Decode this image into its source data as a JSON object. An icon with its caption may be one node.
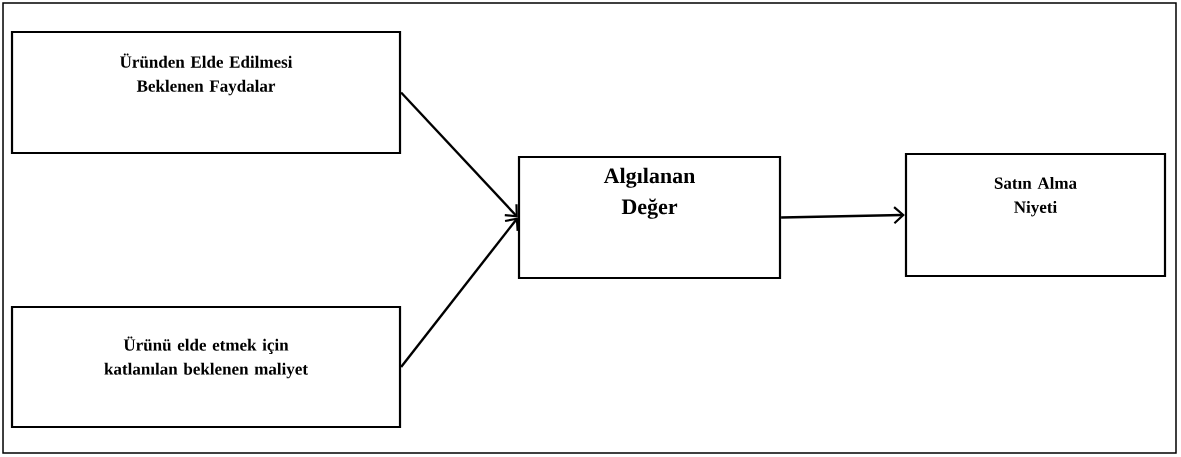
{
  "diagram": {
    "nodes": [
      {
        "text": [
          "Üründen Elde Edilmesi Beklenen Faydalar"
        ]
      },
      {
        "text": [
          "Ürünü elde etmek için katlanılan beklenen maliyet"
        ]
      },
      {
        "text": [
          "Algılanan Değer"
        ]
      },
      {
        "text": [
          "Satın Alma Niyeti"
        ]
      }
    ],
    "edges": [
      {
        "from": 0,
        "to": 2,
        "arrow": "to"
      },
      {
        "from": 1,
        "to": 2,
        "arrow": "to"
      },
      {
        "from": 2,
        "to": 3,
        "arrow": "to"
      }
    ]
  }
}
